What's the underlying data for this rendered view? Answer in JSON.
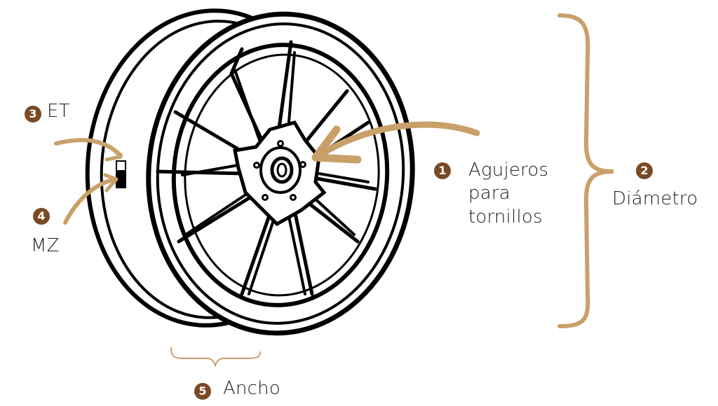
{
  "colors": {
    "accent": "#C9A06A",
    "badge": "#7A4A24",
    "line": "#000000",
    "text": "#1E1E1E"
  },
  "callouts": [
    {
      "number": "1",
      "label": "Agujeros\npara\ntornillos",
      "lines": [
        "Agujeros",
        "para",
        "tornillos"
      ]
    },
    {
      "number": "2",
      "label": "Diámetro"
    },
    {
      "number": "3",
      "label": "ET"
    },
    {
      "number": "4",
      "label": "MZ"
    },
    {
      "number": "5",
      "label": "Ancho"
    }
  ]
}
